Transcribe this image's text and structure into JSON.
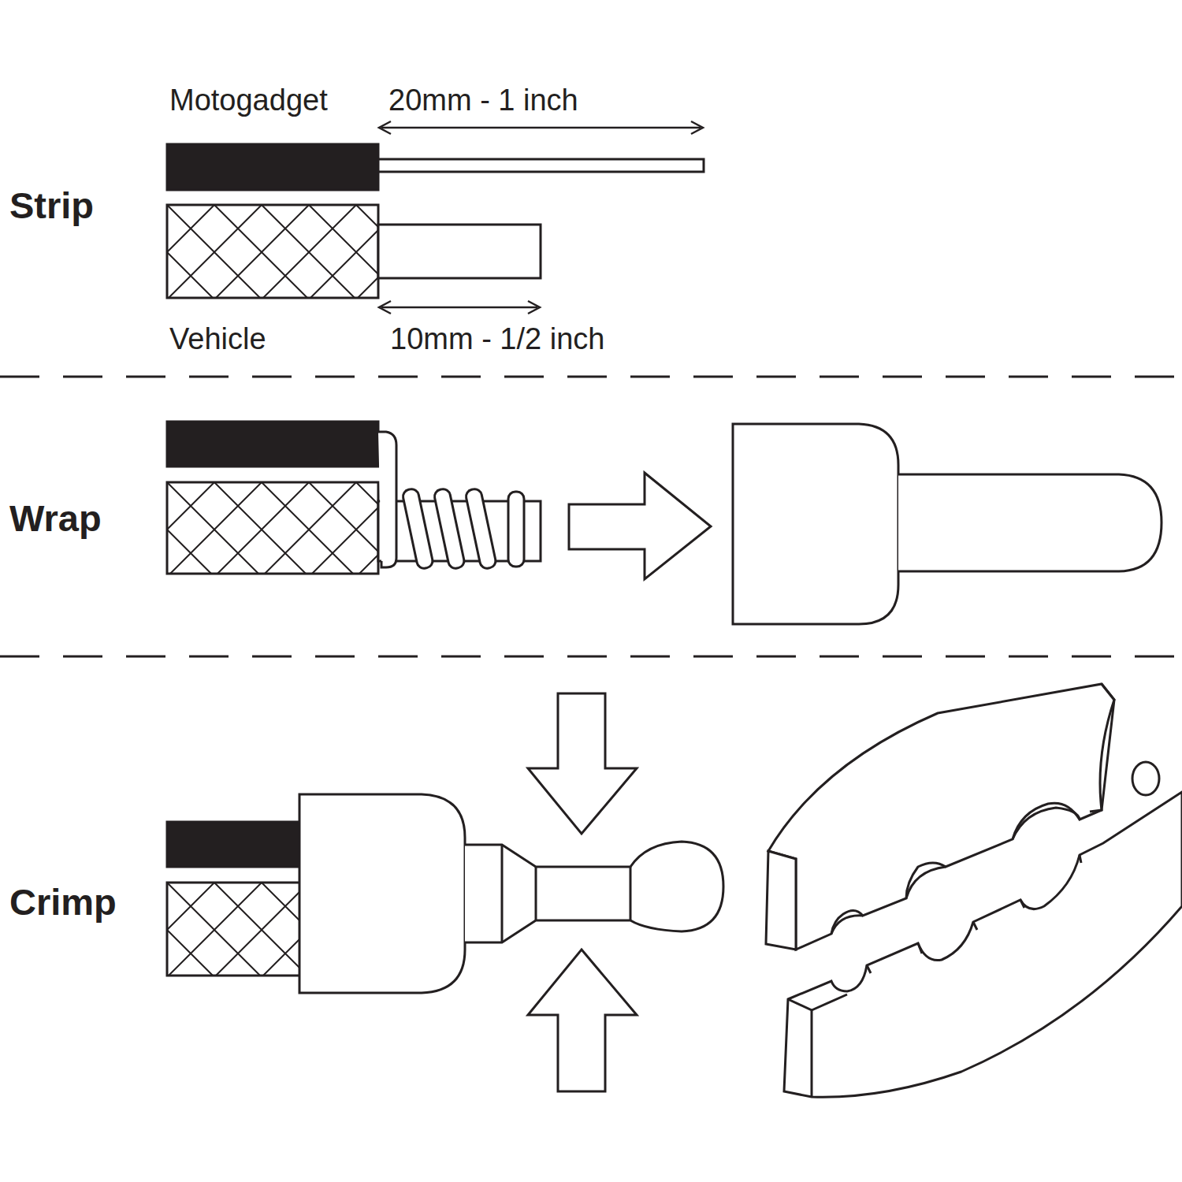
{
  "diagram": {
    "labels": [
      "Motogadget",
      "20mm - 1 inch",
      "Strip",
      "Vehicle",
      "10mm - 1/2 inch",
      "Wrap",
      "Crimp"
    ]
  }
}
